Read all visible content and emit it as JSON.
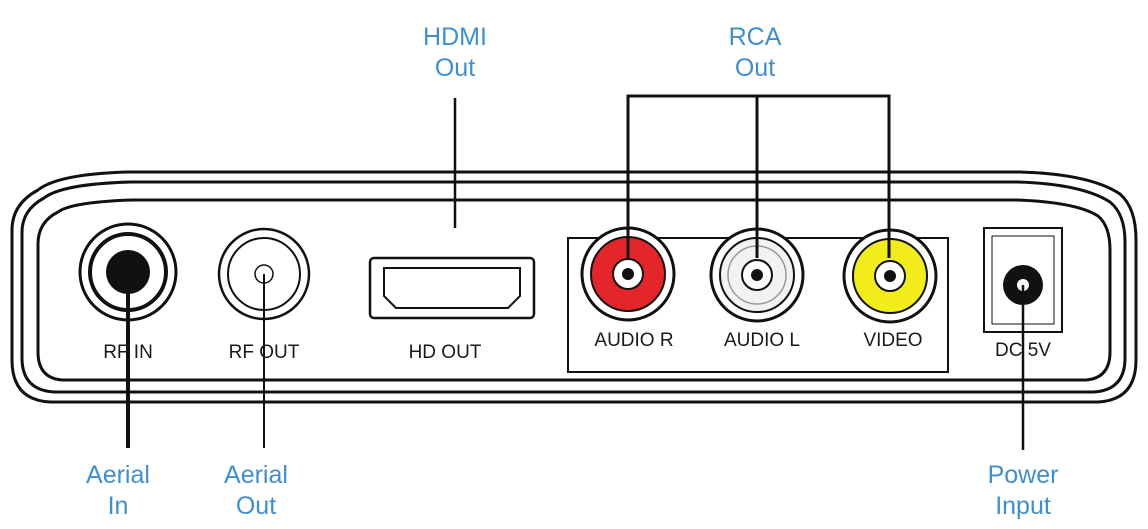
{
  "colors": {
    "callout_text": "#3f8fd0",
    "outline": "#111111",
    "rca_red": "#e4262b",
    "rca_white": "#f2f2f2",
    "rca_yellow": "#f1ec1a"
  },
  "ports": {
    "rf_in": "RF IN",
    "rf_out": "RF OUT",
    "hd_out": "HD OUT",
    "audio_r": "AUDIO R",
    "audio_l": "AUDIO L",
    "video": "VIDEO",
    "dc": "DC 5V"
  },
  "callouts": {
    "hdmi_out": {
      "line1": "HDMI",
      "line2": "Out"
    },
    "rca_out": {
      "line1": "RCA",
      "line2": "Out"
    },
    "aerial_in": {
      "line1": "Aerial",
      "line2": "In"
    },
    "aerial_out": {
      "line1": "Aerial",
      "line2": "Out"
    },
    "power_input": {
      "line1": "Power",
      "line2": "Input"
    }
  }
}
